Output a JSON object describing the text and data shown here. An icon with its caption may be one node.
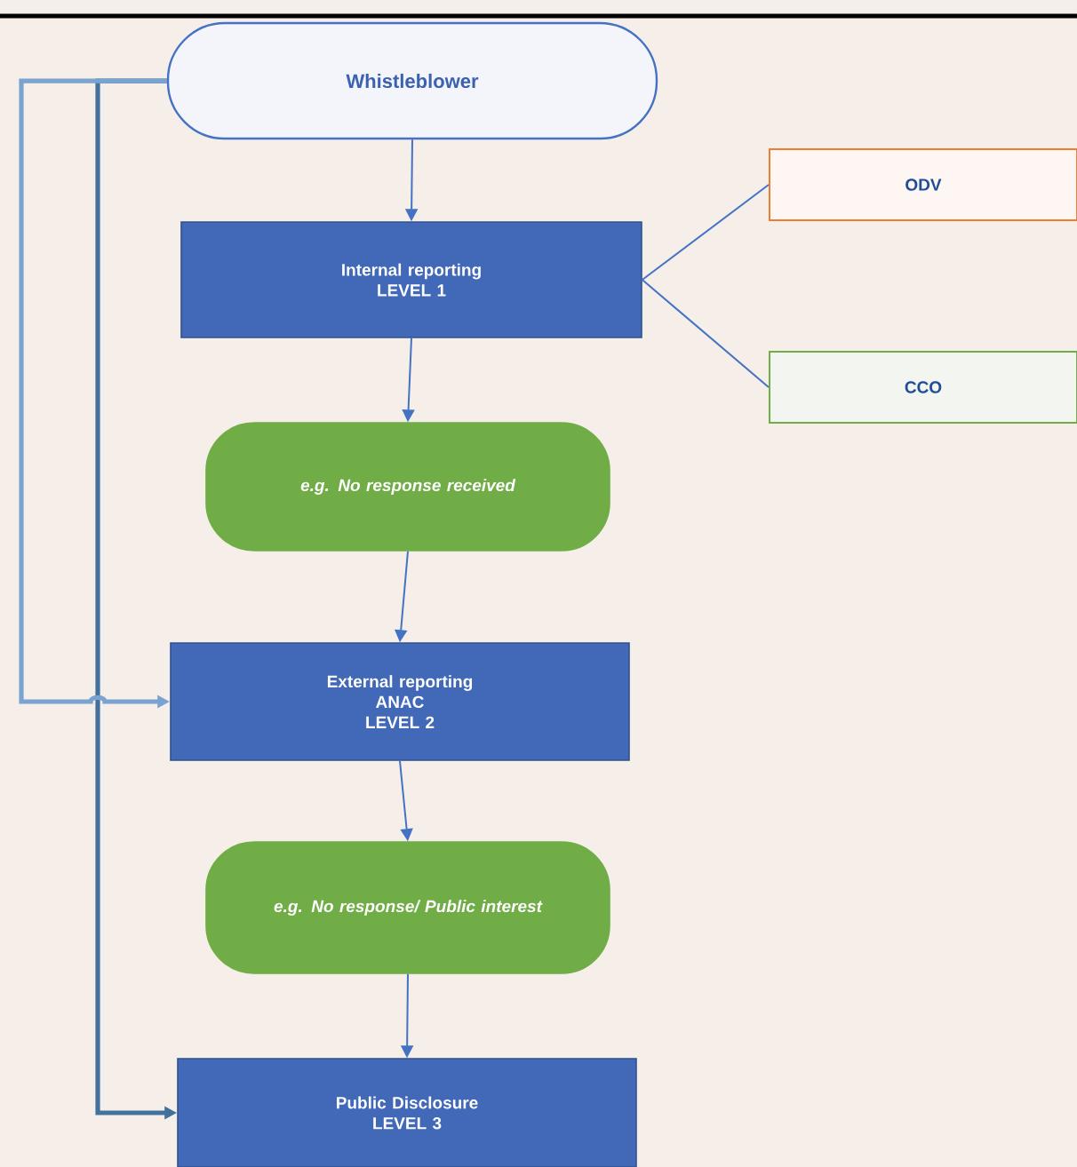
{
  "diagram": {
    "nodes": [
      {
        "text": [
          "Whistleblower"
        ]
      },
      {
        "text": [
          "Internal reporting",
          "LEVEL 1"
        ]
      },
      {
        "text": [
          "ODV"
        ]
      },
      {
        "text": [
          "CCO"
        ]
      },
      {
        "text": [
          "e.g. No response received"
        ]
      },
      {
        "text": [
          "External reporting",
          "ANAC",
          "LEVEL 2"
        ]
      },
      {
        "text": [
          "e.g. No response/ Public interest"
        ]
      },
      {
        "text": [
          "Public Disclosure",
          "LEVEL 3"
        ]
      }
    ],
    "edges": [
      {
        "from": 0,
        "to": 1,
        "arrow": "to"
      },
      {
        "from": 1,
        "to": 2,
        "arrow": "none"
      },
      {
        "from": 1,
        "to": 3,
        "arrow": "none"
      },
      {
        "from": 1,
        "to": 4,
        "arrow": "to"
      },
      {
        "from": 4,
        "to": 5,
        "arrow": "to"
      },
      {
        "from": 0,
        "to": 7,
        "arrow": "to",
        "style": "thick",
        "color": "#41719c"
      },
      {
        "from": 0,
        "to": 5,
        "arrow": "to",
        "style": "thick",
        "color": "#7ba3d0"
      },
      {
        "from": 5,
        "to": 6,
        "arrow": "to"
      },
      {
        "from": 6,
        "to": 7,
        "arrow": "to"
      }
    ]
  }
}
